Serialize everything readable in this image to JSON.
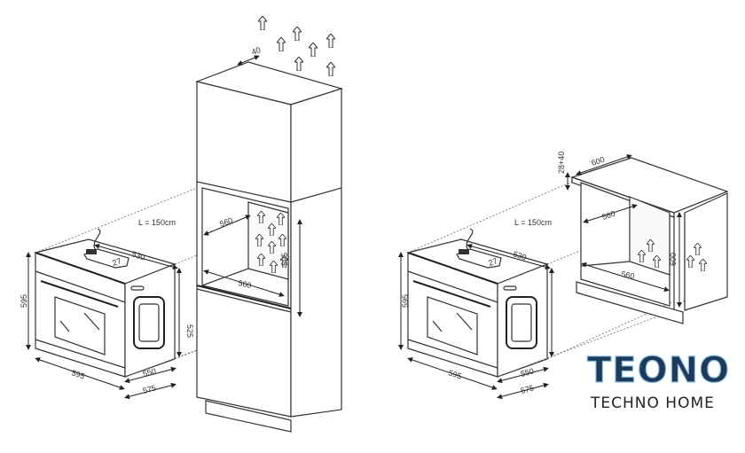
{
  "left_installation": {
    "cable_length": "L = 150cm",
    "oven_depth_top": "530",
    "clearance_27": "27",
    "oven_height": "595",
    "oven_width": "595",
    "oven_body_height": "525",
    "oven_depth_550": "550",
    "oven_depth_575": "575",
    "niche_width": "560",
    "niche_depth": "560",
    "niche_height": "595",
    "top_vent_gap": "40"
  },
  "right_installation": {
    "cable_length": "L = 150cm",
    "oven_depth_top": "530",
    "clearance_27": "27",
    "oven_height": "595",
    "oven_width": "595",
    "oven_depth_550": "550",
    "oven_depth_575": "575",
    "counter_gap": "28+40",
    "counter_depth": "600",
    "niche_width": "560",
    "niche_depth": "560",
    "niche_height": "600"
  },
  "logo": {
    "brand": "TEONO",
    "tagline": "TECHNO HOME"
  }
}
